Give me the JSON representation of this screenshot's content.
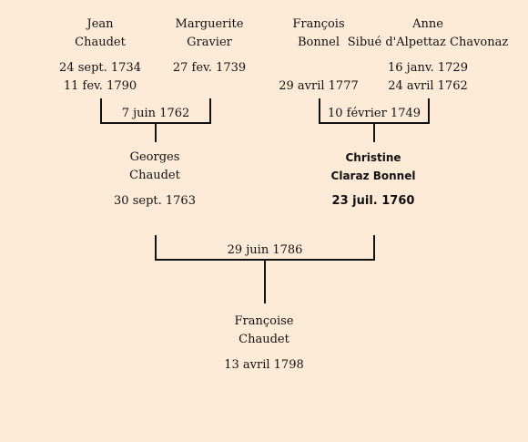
{
  "grandparents": {
    "jean": {
      "first": "Jean",
      "last": "Chaudet",
      "birth": "24 sept. 1734",
      "death": "11 fev. 1790"
    },
    "marguerite": {
      "first": "Marguerite",
      "last": "Gravier",
      "birth": "27 fev. 1739"
    },
    "francois": {
      "first": "François",
      "last": "Bonnel",
      "death": "29 avril 1777"
    },
    "anne": {
      "first": "Anne",
      "last": "Sibué d'Alpettaz Chavonaz",
      "birth": "16 janv. 1729",
      "death": "24 avril 1762"
    }
  },
  "marriages": {
    "left": "7 juin 1762",
    "right": "10 février 1749",
    "center": "29 juin 1786"
  },
  "parents": {
    "georges": {
      "first": "Georges",
      "last": "Chaudet",
      "birth": "30 sept. 1763"
    },
    "christine": {
      "first": "Christine",
      "last": "Claraz Bonnel",
      "birth": "23 juil. 1760"
    }
  },
  "child": {
    "first": "Françoise",
    "last": "Chaudet",
    "birth": "13 avril 1798"
  }
}
